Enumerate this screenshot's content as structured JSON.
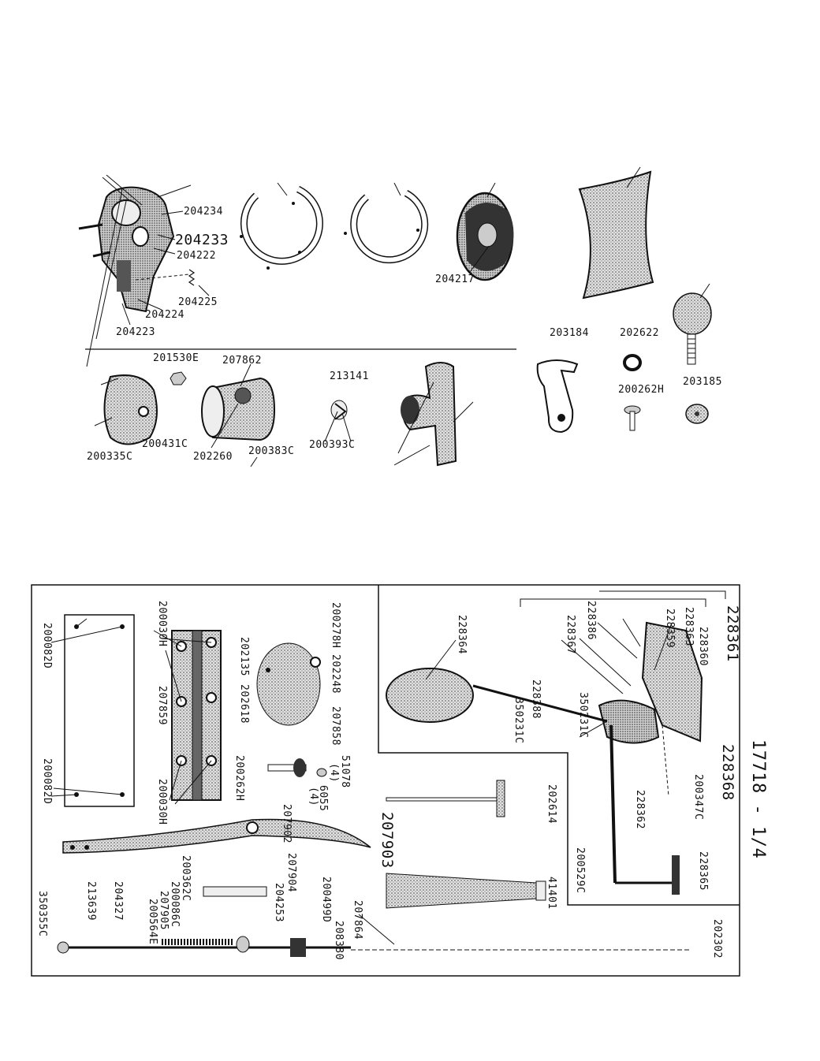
{
  "sheet_id": "17718 - 1/4",
  "top_labels": {
    "a204234": "204234",
    "a204233": "204233",
    "a204222": "204222",
    "a204225": "204225",
    "a204224": "204224",
    "a204223": "204223",
    "a204217": "204217",
    "a203184": "203184",
    "a202622": "202622",
    "a200262h": "200262H",
    "a203185": "203185",
    "a201530e": "201530E",
    "a207862": "207862",
    "a213141": "213141",
    "a200431c": "200431C",
    "a200335c": "200335C",
    "a202260": "202260",
    "a200383c": "200383C",
    "a200393c": "200393C"
  },
  "bottom_labels": {
    "b228361": "228361",
    "b228368": "228368",
    "b228360": "228360",
    "b228363": "228363",
    "b228359": "228359",
    "b228386": "228386",
    "b228367": "228367",
    "b228364": "228364",
    "b350231c_a": "350231C",
    "b228388": "228388",
    "b350231c_b": "350231C",
    "b200347c": "200347C",
    "b228362": "228362",
    "b228365": "228365",
    "b200529c": "200529C",
    "b202614": "202614",
    "b207903": "207903",
    "b41401": "41401",
    "b202302": "202302",
    "b207864": "207864",
    "b208380": "208380",
    "b200499d": "200499D",
    "b204253": "204253",
    "b207904": "207904",
    "b200362c": "200362C",
    "b200086c": "200086C",
    "b207905": "207905",
    "b200564e": "200564E",
    "b204327": "204327",
    "b213639": "213639",
    "b350355c": "350355C",
    "b51078": "51078",
    "b4a": "(4)",
    "b6055": "6055",
    "b4b": "(4)",
    "b207902": "207902",
    "b200262h": "200262H",
    "b200278h": "200278H",
    "b202248": "202248",
    "b207858": "207858",
    "b202135": "202135",
    "b202618": "202618",
    "b200030h_a": "200030H",
    "b207859": "207859",
    "b200030h_b": "200030H",
    "b200082d_a": "200082D",
    "b200082d_b": "200082D"
  },
  "colors": {
    "ink": "#111111",
    "shade": "#9a9a9a",
    "light": "#d8d8d8"
  }
}
